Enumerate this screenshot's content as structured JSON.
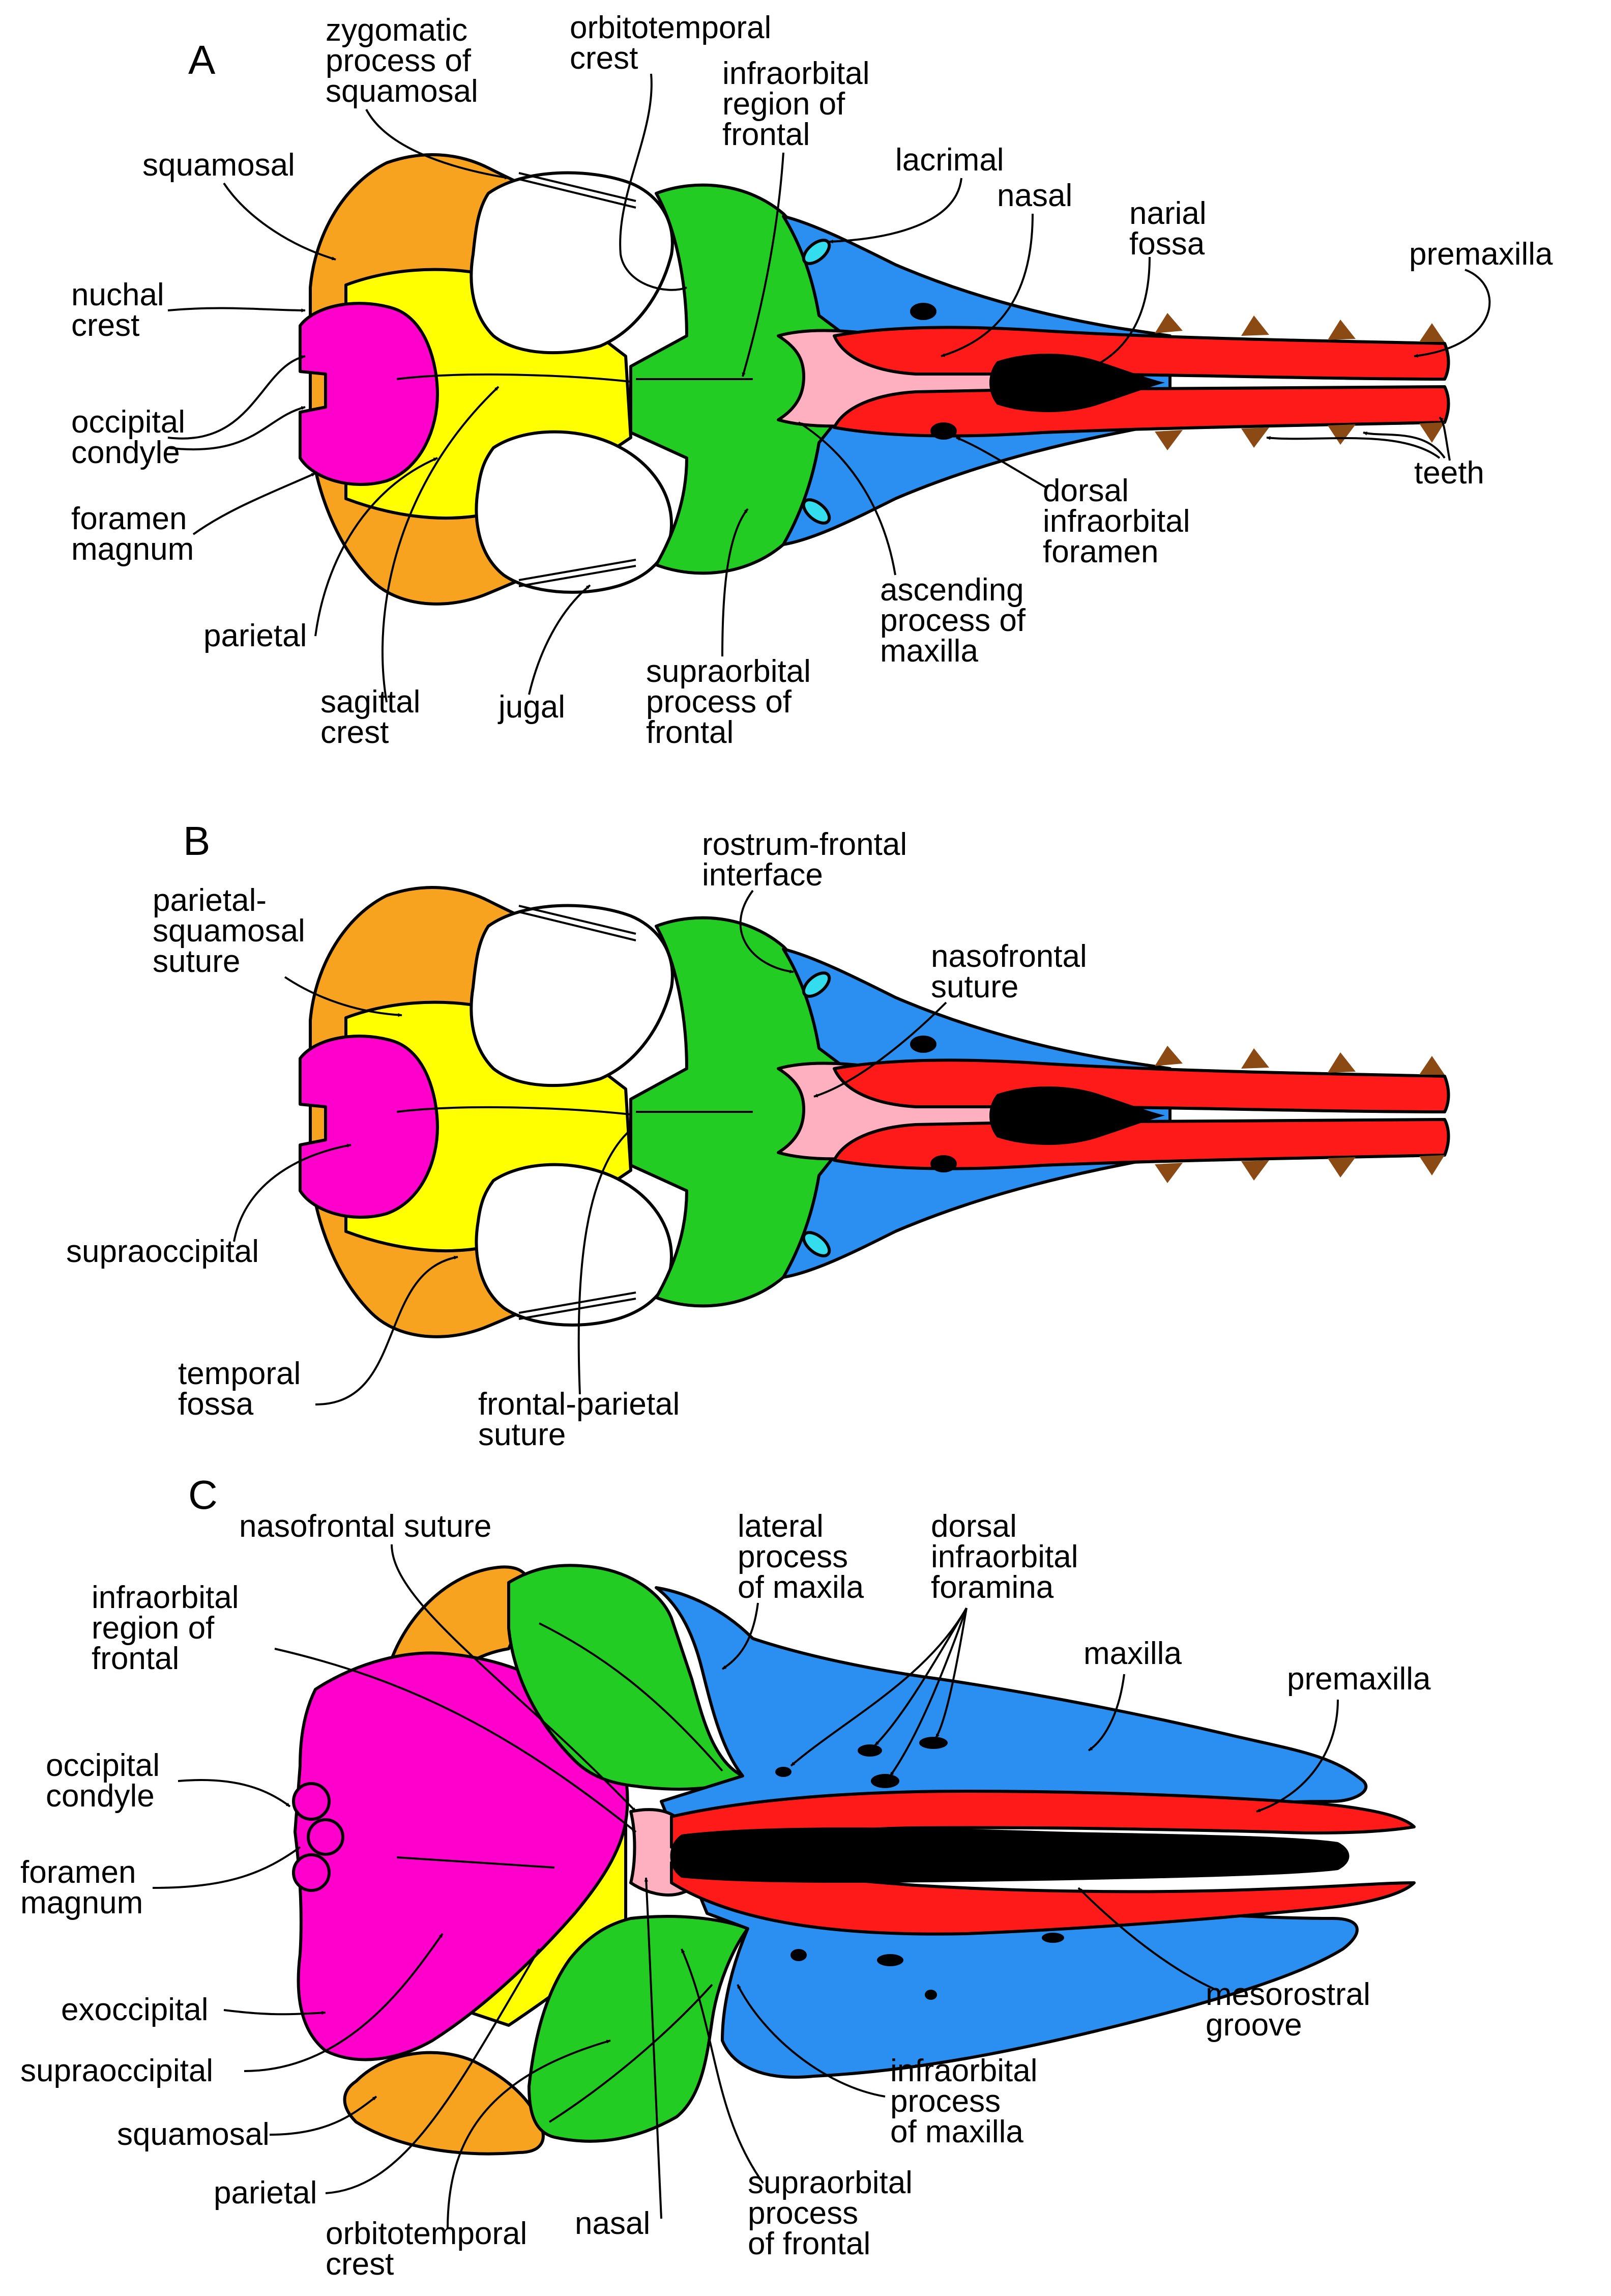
{
  "colors": {
    "squamosal": "#F7A320",
    "parietal": "#FFFF00",
    "occipital": "#FF00CC",
    "frontal": "#22CC22",
    "maxilla": "#2A8FF0",
    "premaxilla": "#FF1A1A",
    "nasal": "#FFB0C0",
    "lacrimal": "#33DDEE",
    "teeth": "#8B4A14",
    "foramen": "#000000"
  },
  "panels": {
    "A": {
      "letter": "A",
      "labels": {
        "zygomatic_process": [
          "zygomatic",
          "process of",
          "squamosal"
        ],
        "orbitotemporal_crest": [
          "orbitotemporal",
          "crest"
        ],
        "infraorbital_region": [
          "infraorbital",
          "region of",
          "frontal"
        ],
        "lacrimal": [
          "lacrimal"
        ],
        "nasal": [
          "nasal"
        ],
        "narial_fossa": [
          "narial",
          "fossa"
        ],
        "premaxilla": [
          "premaxilla"
        ],
        "squamosal": [
          "squamosal"
        ],
        "nuchal_crest": [
          "nuchal",
          "crest"
        ],
        "occipital_condyle": [
          "occipital",
          "condyle"
        ],
        "foramen_magnum": [
          "foramen",
          "magnum"
        ],
        "parietal": [
          "parietal"
        ],
        "sagittal_crest": [
          "sagittal",
          "crest"
        ],
        "jugal": [
          "jugal"
        ],
        "supraorbital_process": [
          "supraorbital",
          "process of",
          "frontal"
        ],
        "ascending_process": [
          "ascending",
          "process of",
          "maxilla"
        ],
        "dorsal_infraorbital_foramen": [
          "dorsal",
          "infraorbital",
          "foramen"
        ],
        "teeth": [
          "teeth"
        ]
      }
    },
    "B": {
      "letter": "B",
      "labels": {
        "rostrum_frontal_interface": [
          "rostrum-frontal",
          "interface"
        ],
        "parietal_squamosal_suture": [
          "parietal-",
          "squamosal",
          "suture"
        ],
        "nasofrontal_suture": [
          "nasofrontal",
          "suture"
        ],
        "supraoccipital": [
          "supraoccipital"
        ],
        "temporal_fossa": [
          "temporal",
          "fossa"
        ],
        "frontal_parietal_suture": [
          "frontal-parietal",
          "suture"
        ]
      }
    },
    "C": {
      "letter": "C",
      "labels": {
        "nasofrontal_suture": [
          "nasofrontal suture"
        ],
        "lateral_process": [
          "lateral",
          "process",
          "of maxila"
        ],
        "dorsal_infraorbital_foramina": [
          "dorsal",
          "infraorbital",
          "foramina"
        ],
        "infraorbital_region": [
          "infraorbital",
          "region of",
          "frontal"
        ],
        "maxilla": [
          "maxilla"
        ],
        "premaxilla": [
          "premaxilla"
        ],
        "occipital_condyle": [
          "occipital",
          "condyle"
        ],
        "foramen_magnum": [
          "foramen",
          "magnum"
        ],
        "exoccipital": [
          "exoccipital"
        ],
        "supraoccipital": [
          "supraoccipital"
        ],
        "squamosal": [
          "squamosal"
        ],
        "parietal": [
          "parietal"
        ],
        "orbitotemporal_crest": [
          "orbitotemporal",
          "crest"
        ],
        "nasal": [
          "nasal"
        ],
        "supraorbital_process": [
          "supraorbital",
          "process",
          "of frontal"
        ],
        "infraorbital_process": [
          "infraorbital",
          "process",
          "of maxilla"
        ],
        "mesorostral_groove": [
          "mesorostral",
          "groove"
        ]
      }
    }
  }
}
